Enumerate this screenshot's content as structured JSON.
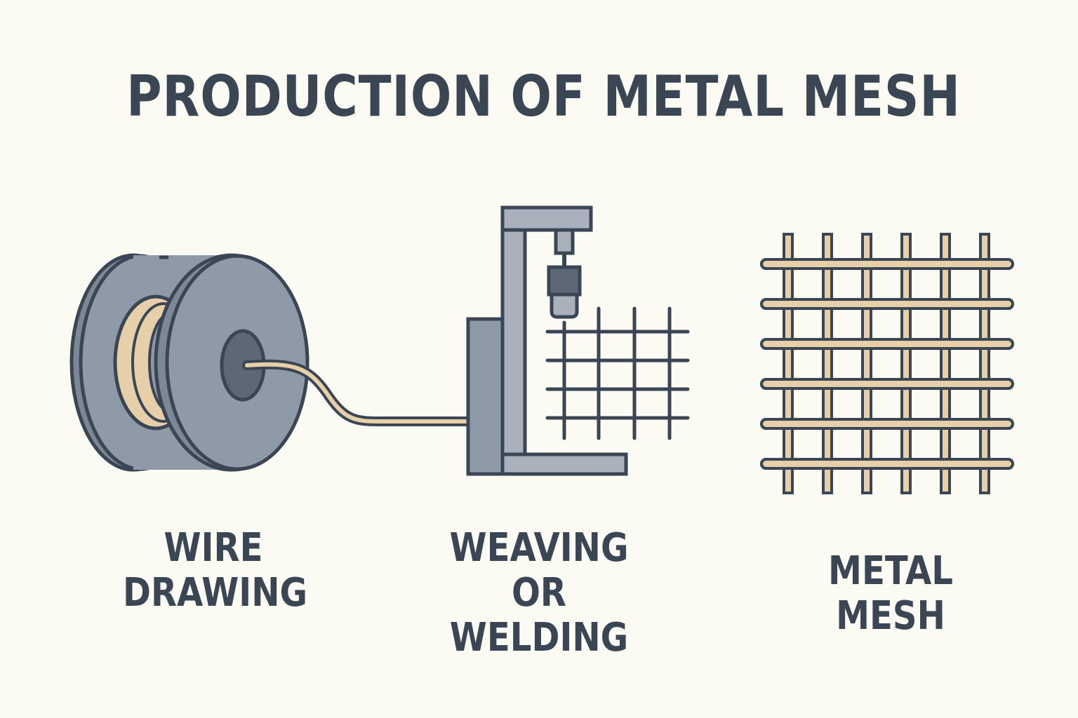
{
  "title": "PRODUCTION OF METAL MESH",
  "steps": [
    {
      "icon": "wire-spool-icon",
      "lines": [
        "WIRE",
        "DRAWING"
      ]
    },
    {
      "icon": "welding-machine-icon",
      "lines": [
        "WEAVING",
        "OR WELDING"
      ]
    },
    {
      "icon": "metal-mesh-icon",
      "lines": [
        "METAL MESH"
      ]
    }
  ],
  "colors": {
    "background": "#fbfaf3",
    "outline": "#3a4654",
    "metal": "#8e9aa8",
    "metal_light": "#a9b1bc",
    "wire": "#e7cfaa"
  }
}
